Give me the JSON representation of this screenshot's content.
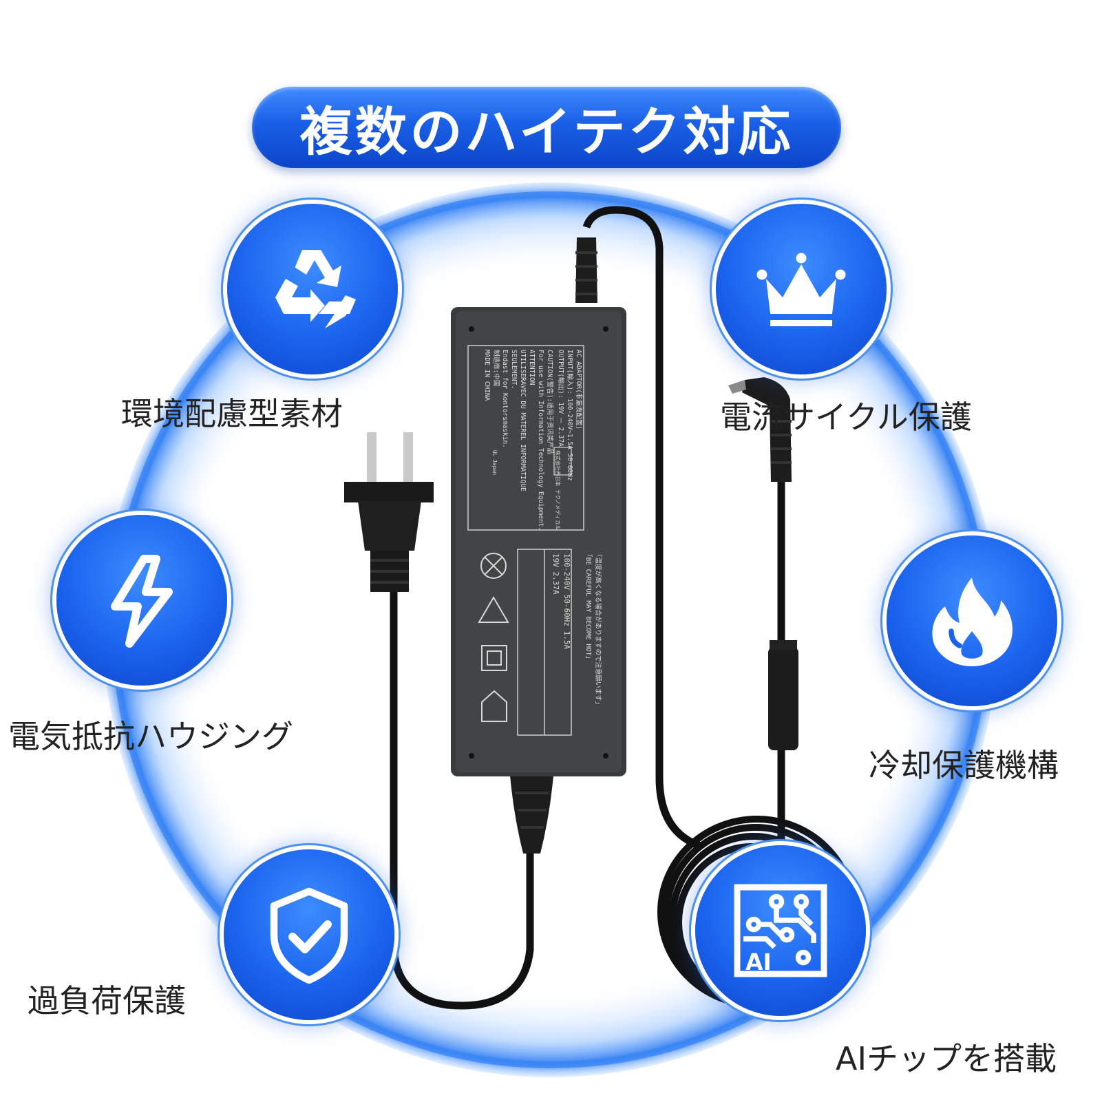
{
  "title": "複数のハイテク対応",
  "features": [
    {
      "label": "環境配慮型素材",
      "icon": "recycle-icon"
    },
    {
      "label": "電流サイクル保護",
      "icon": "crown-icon"
    },
    {
      "label": "電気抵抗ハウジング",
      "icon": "lightning-icon"
    },
    {
      "label": "冷却保護機構",
      "icon": "flame-icon"
    },
    {
      "label": "過負荷保護",
      "icon": "shield-check-icon"
    },
    {
      "label": "AIチップを搭載",
      "icon": "ai-chip-icon"
    }
  ],
  "adapter_label": {
    "lines_main": [
      "AC ADAPTOR(非漏洩配置)",
      "INPUT(輸入): 100-240V~1.5A  50-60Hz",
      "OUTPUT(輸出): 19V ⎓ 2.37A",
      "CAUTION(警告):适用于资讯类产品",
      "For use with Information Technology Equipment.",
      "ATTENTION",
      "UTILISERAVEC DU MATEREL INFORMATIQUE",
      "SEULEMENT.",
      "Endast for Kontorsmaskin.",
      "制造商:中国",
      "MADE IN CHINA"
    ],
    "pse_text": "株式会社西日本 テクノメディカル",
    "ul_text": "UL Japan",
    "warning_jp": "「温度が高くなる場合がありますので注意願います」",
    "warning_en": "「BE CAREFUL  MAY BECOME HOT」",
    "rating_1": "100-240V  50-60Hz 1.5A",
    "rating_2": "19V  2.37A"
  },
  "colors": {
    "accent_blue": "#1b63ee",
    "ring_blue": "#4b8ff0",
    "adapter_body": "#3a3b3d",
    "cable": "#111111"
  }
}
